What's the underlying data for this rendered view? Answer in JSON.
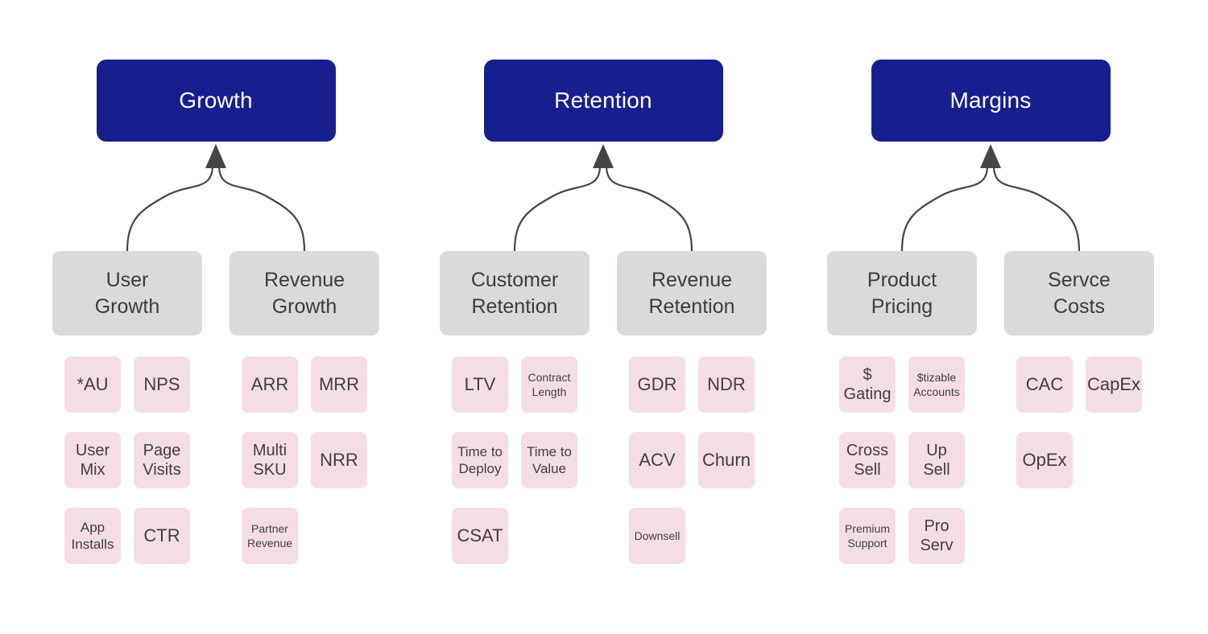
{
  "colors": {
    "page_bg": "#ffffff",
    "category": "#171f8e",
    "category_text": "#ffffff",
    "subcategory": "#dbd9da",
    "subcategory_text": "#3d3d3d",
    "metric": "#f5dee3",
    "metric_text": "#3f3f3f",
    "connector": "#454545"
  },
  "pillars": [
    {
      "title": "Growth",
      "branches": [
        {
          "label": "User\nGrowth",
          "metrics": [
            {
              "label": "*AU",
              "size": "lg"
            },
            {
              "label": "NPS",
              "size": "lg"
            },
            {
              "label": "User\nMix",
              "size": "md"
            },
            {
              "label": "Page\nVisits",
              "size": "md"
            },
            {
              "label": "App\nInstalls",
              "size": "sm"
            },
            {
              "label": "CTR",
              "size": "lg"
            }
          ]
        },
        {
          "label": "Revenue\nGrowth",
          "metrics": [
            {
              "label": "ARR",
              "size": "lg"
            },
            {
              "label": "MRR",
              "size": "lg"
            },
            {
              "label": "Multi\nSKU",
              "size": "md"
            },
            {
              "label": "NRR",
              "size": "lg"
            },
            {
              "label": "Partner\nRevenue",
              "size": "xs"
            }
          ]
        }
      ]
    },
    {
      "title": "Retention",
      "branches": [
        {
          "label": "Customer\nRetention",
          "metrics": [
            {
              "label": "LTV",
              "size": "lg"
            },
            {
              "label": "Contract\nLength",
              "size": "xs"
            },
            {
              "label": "Time to\nDeploy",
              "size": "sm"
            },
            {
              "label": "Time to\nValue",
              "size": "sm"
            },
            {
              "label": "CSAT",
              "size": "lg"
            }
          ]
        },
        {
          "label": "Revenue\nRetention",
          "metrics": [
            {
              "label": "GDR",
              "size": "lg"
            },
            {
              "label": "NDR",
              "size": "lg"
            },
            {
              "label": "ACV",
              "size": "lg"
            },
            {
              "label": "Churn",
              "size": "lg"
            },
            {
              "label": "Downsell",
              "size": "xs"
            }
          ]
        }
      ]
    },
    {
      "title": "Margins",
      "branches": [
        {
          "label": "Product\nPricing",
          "metrics": [
            {
              "label": "$\nGating",
              "size": "md"
            },
            {
              "label": "$tizable\nAccounts",
              "size": "xs"
            },
            {
              "label": "Cross\nSell",
              "size": "md"
            },
            {
              "label": "Up\nSell",
              "size": "md"
            },
            {
              "label": "Premium\nSupport",
              "size": "xs"
            },
            {
              "label": "Pro\nServ",
              "size": "md"
            }
          ]
        },
        {
          "label": "Servce\nCosts",
          "metrics": [
            {
              "label": "CAC",
              "size": "lg"
            },
            {
              "label": "CapEx",
              "size": "lg"
            },
            {
              "label": "OpEx",
              "size": "lg"
            }
          ]
        }
      ]
    }
  ]
}
